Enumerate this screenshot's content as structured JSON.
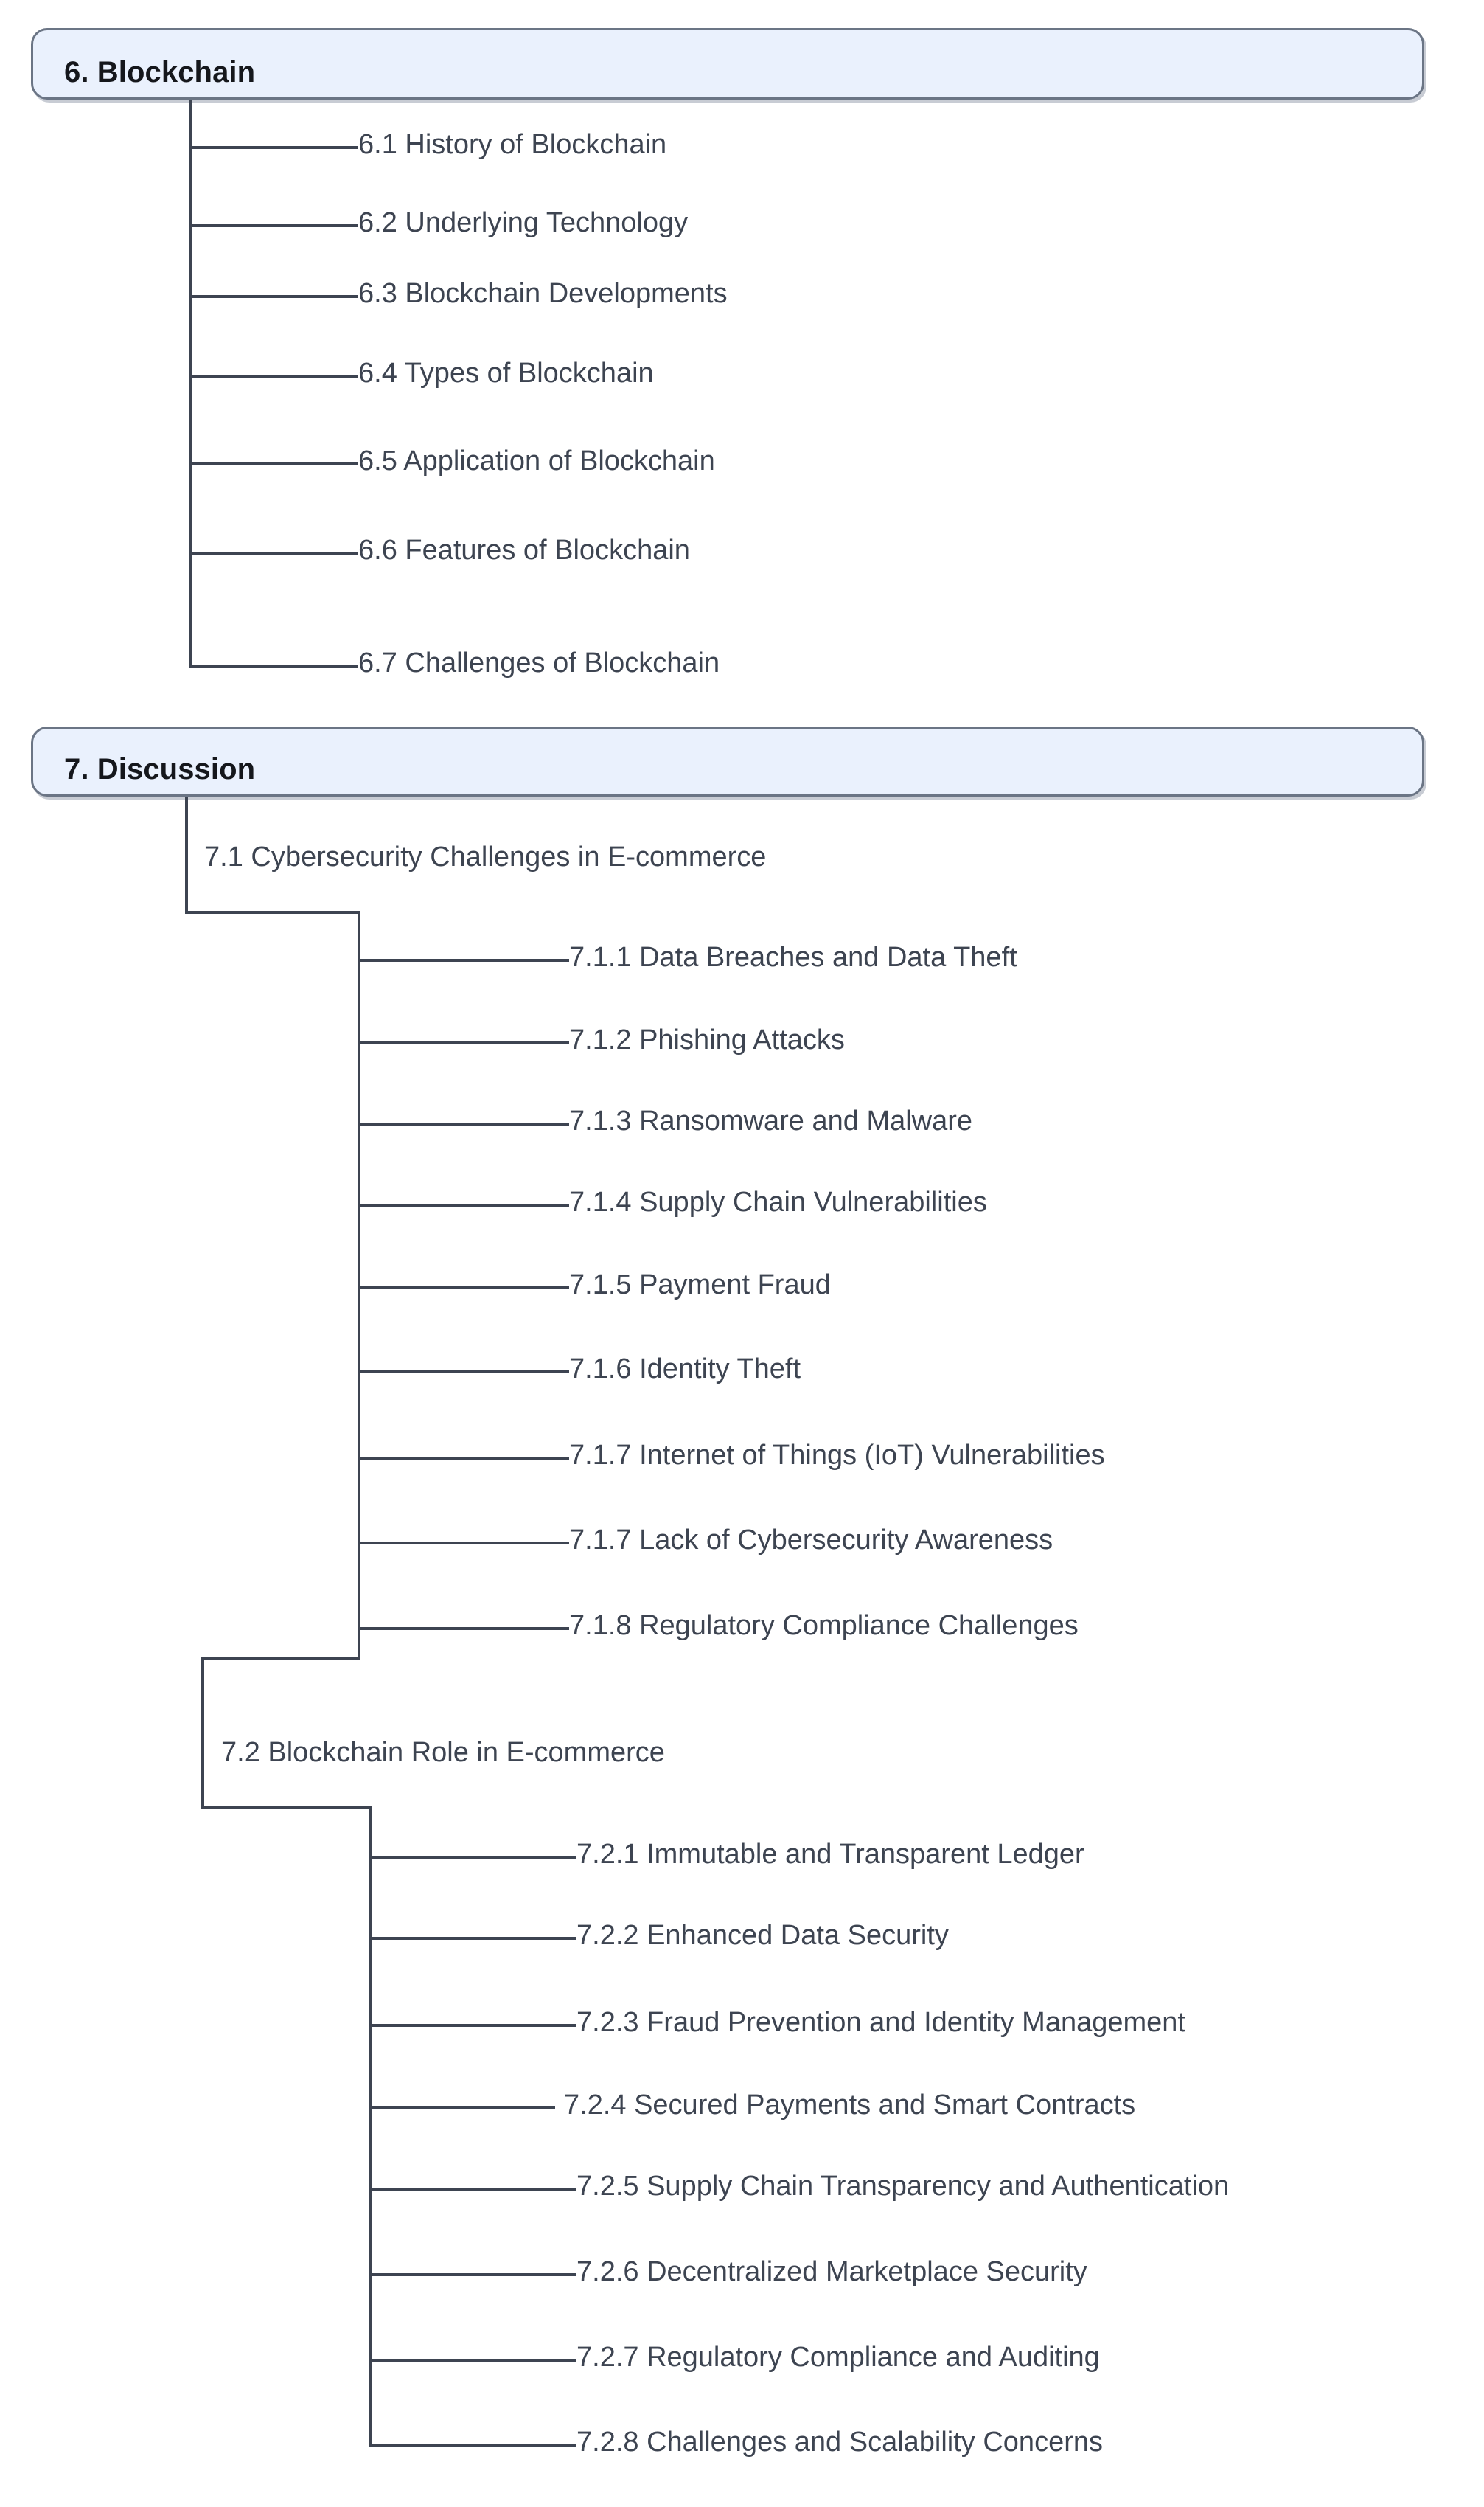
{
  "diagram": {
    "type": "tree-outline",
    "background": "#ffffff",
    "line_color": "#3d4451",
    "box_fill": "#eaf1fd",
    "box_border": "#6b7585",
    "box_shadow": "#c8ccd4",
    "text_color": "#3d4451",
    "heading_color": "#15171c"
  },
  "sections": [
    {
      "id": "section-6",
      "title": "6. Blockchain",
      "children": [
        {
          "id": "6.1",
          "label": "6.1 History of Blockchain"
        },
        {
          "id": "6.2",
          "label": "6.2 Underlying Technology"
        },
        {
          "id": "6.3",
          "label": "6.3 Blockchain Developments"
        },
        {
          "id": "6.4",
          "label": "6.4 Types of Blockchain"
        },
        {
          "id": "6.5",
          "label": "6.5 Application of Blockchain"
        },
        {
          "id": "6.6",
          "label": "6.6 Features of Blockchain"
        },
        {
          "id": "6.7",
          "label": "6.7 Challenges of Blockchain"
        }
      ]
    },
    {
      "id": "section-7",
      "title": "7. Discussion",
      "branches": [
        {
          "id": "7.1",
          "label": "7.1 Cybersecurity Challenges in E-commerce",
          "children": [
            {
              "id": "7.1.1",
              "label": "7.1.1 Data Breaches and Data Theft"
            },
            {
              "id": "7.1.2",
              "label": "7.1.2 Phishing Attacks"
            },
            {
              "id": "7.1.3",
              "label": "7.1.3 Ransomware and Malware"
            },
            {
              "id": "7.1.4",
              "label": "7.1.4 Supply Chain Vulnerabilities"
            },
            {
              "id": "7.1.5",
              "label": "7.1.5 Payment Fraud"
            },
            {
              "id": "7.1.6",
              "label": "7.1.6 Identity Theft"
            },
            {
              "id": "7.1.7a",
              "label": "7.1.7 Internet of Things (IoT) Vulnerabilities"
            },
            {
              "id": "7.1.7b",
              "label": "7.1.7 Lack of Cybersecurity Awareness"
            },
            {
              "id": "7.1.8",
              "label": "7.1.8 Regulatory Compliance Challenges"
            }
          ]
        },
        {
          "id": "7.2",
          "label": "7.2 Blockchain Role in E-commerce",
          "children": [
            {
              "id": "7.2.1",
              "label": "7.2.1 Immutable and Transparent Ledger"
            },
            {
              "id": "7.2.2",
              "label": "7.2.2 Enhanced Data Security"
            },
            {
              "id": "7.2.3",
              "label": "7.2.3 Fraud Prevention and Identity Management"
            },
            {
              "id": "7.2.4",
              "label": "7.2.4 Secured Payments and Smart Contracts"
            },
            {
              "id": "7.2.5",
              "label": "7.2.5 Supply Chain Transparency and Authentication"
            },
            {
              "id": "7.2.6",
              "label": "7.2.6 Decentralized Marketplace Security"
            },
            {
              "id": "7.2.7",
              "label": "7.2.7 Regulatory Compliance and Auditing"
            },
            {
              "id": "7.2.8",
              "label": "7.2.8 Challenges and Scalability Concerns"
            }
          ]
        }
      ]
    }
  ]
}
